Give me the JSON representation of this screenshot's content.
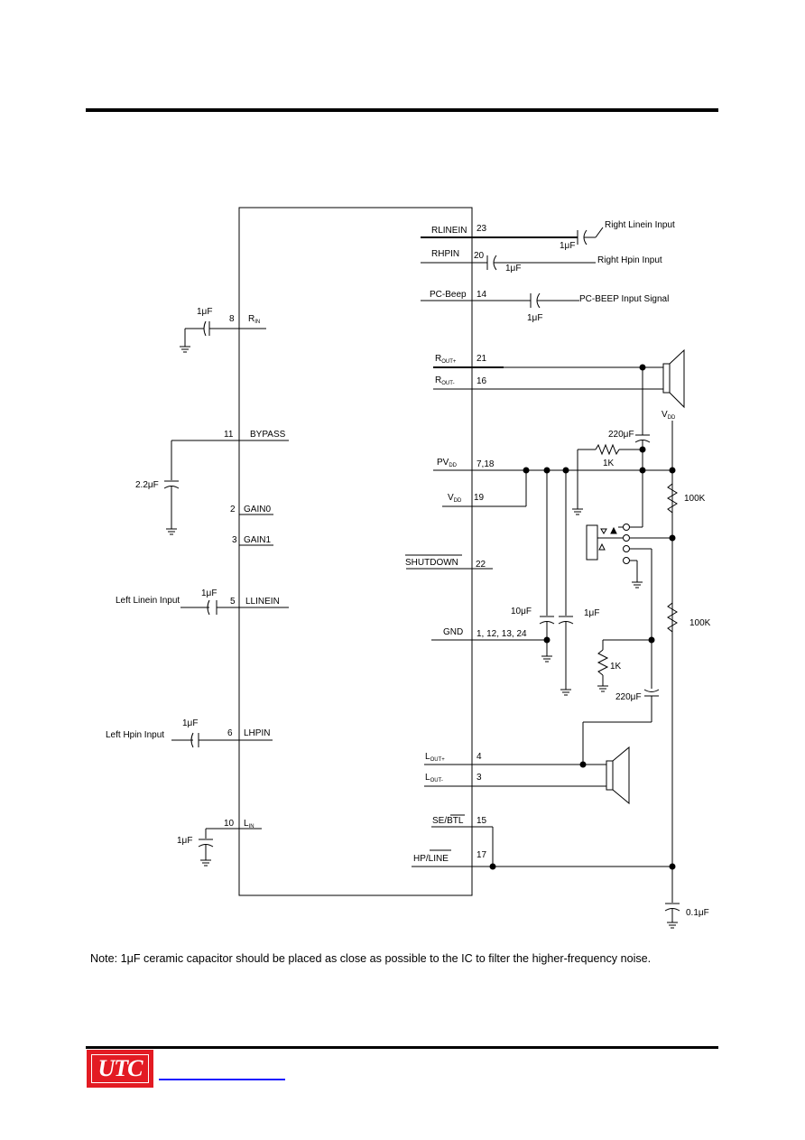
{
  "ic_pins": {
    "left": [
      {
        "num": "8",
        "name": "R",
        "sub": "IN"
      },
      {
        "num": "11",
        "name": "BYPASS"
      },
      {
        "num": "2",
        "name": "GAIN0"
      },
      {
        "num": "3",
        "name": "GAIN1"
      },
      {
        "num": "5",
        "name": "LLINEIN"
      },
      {
        "num": "6",
        "name": "LHPIN"
      },
      {
        "num": "10",
        "name": "L",
        "sub": "IN"
      }
    ],
    "right": [
      {
        "num": "23",
        "name": "RLINEIN"
      },
      {
        "num": "20",
        "name": "RHPIN"
      },
      {
        "num": "14",
        "name": "PC-Beep"
      },
      {
        "num": "21",
        "name": "R",
        "sub": "OUT+"
      },
      {
        "num": "16",
        "name": "R",
        "sub": "OUT-"
      },
      {
        "num": "7,18",
        "name": "PV",
        "sub": "DD"
      },
      {
        "num": "19",
        "name": "V",
        "sub": "DD"
      },
      {
        "num": "22",
        "name": "SHUTDOWN"
      },
      {
        "num": "1, 12, 13, 24",
        "name": "GND"
      },
      {
        "num": "4",
        "name": "L",
        "sub": "OUT+"
      },
      {
        "num": "3",
        "name": "L",
        "sub": "OUT-"
      },
      {
        "num": "15",
        "name": "SE/BTL"
      },
      {
        "num": "17",
        "name": "HP/LINE"
      }
    ]
  },
  "signals": {
    "right_linein": "Right Linein Input",
    "right_hpin": "Right Hpin Input",
    "pc_beep": "PC-BEEP Input Signal",
    "left_linein": "Left Linein Input",
    "left_hpin": "Left Hpin Input"
  },
  "components": {
    "c_1uf": "1μF",
    "c_2_2uf": "2.2μF",
    "c_220uf": "220μF",
    "c_10uf": "10μF",
    "c_0_1uf": "0.1μF",
    "r_1k": "1K",
    "r_100k": "100K",
    "vdd_rail": "V",
    "vdd_rail_sub": "DD"
  },
  "note": "Note: 1μF ceramic capacitor should be placed as close as possible to the IC to filter the higher-frequency noise.",
  "footer": {
    "logo": "UTC"
  },
  "colors": {
    "logo_red": "#e31b23",
    "link_blue": "#1a1aff"
  }
}
